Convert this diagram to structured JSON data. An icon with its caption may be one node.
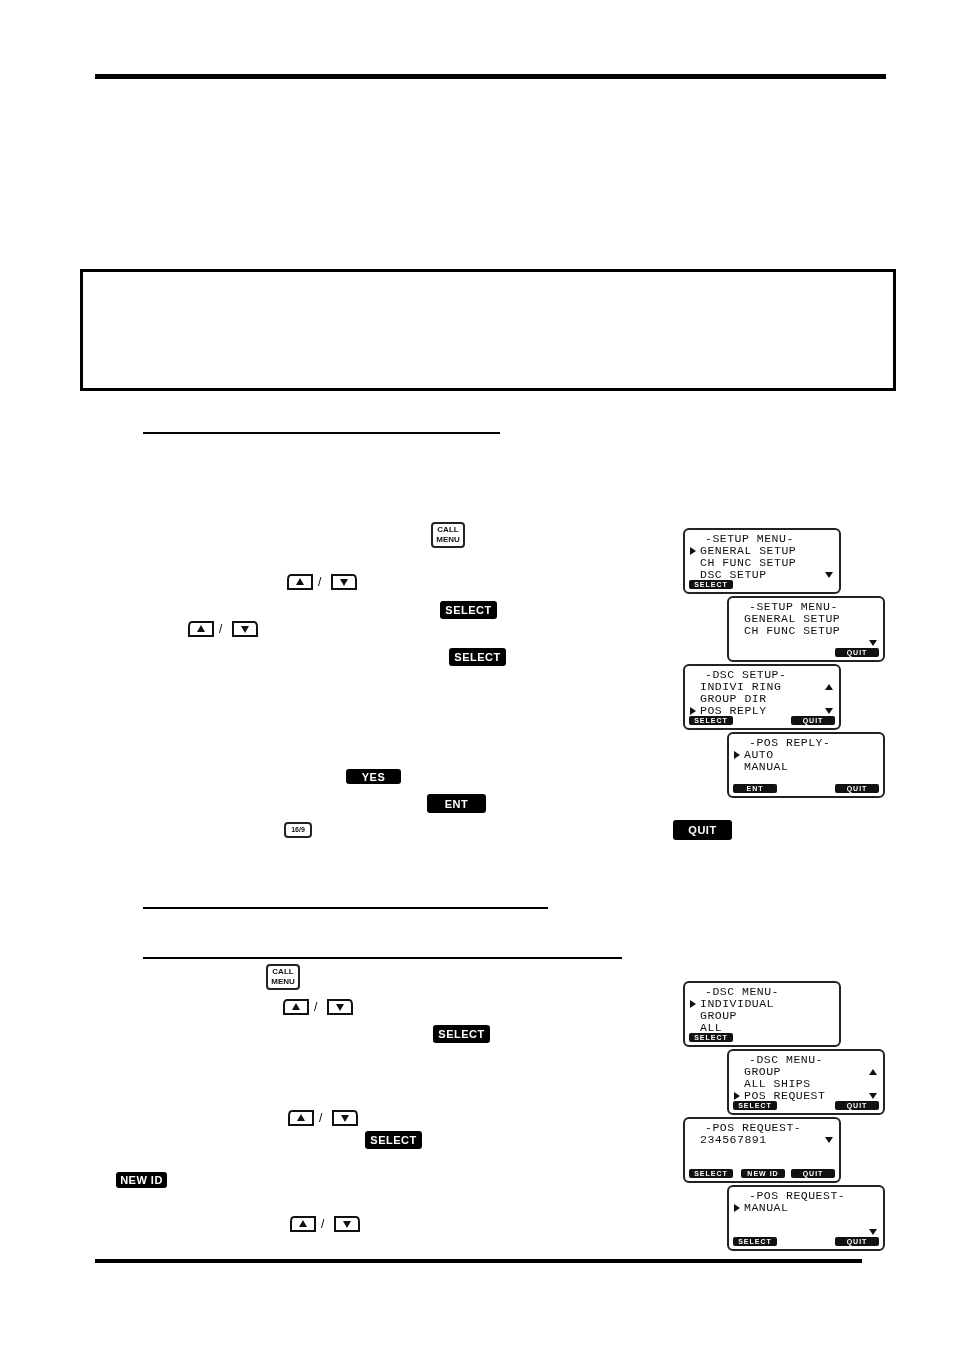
{
  "diagram": {
    "nodes": [
      {
        "text": [
          "-SETUP MENU-",
          "GENERAL SETUP",
          "CH FUNC SETUP",
          "DSC SETUP",
          "SELECT"
        ]
      },
      {
        "text": [
          "-SETUP MENU-",
          "GENERAL SETUP",
          "CH FUNC SETUP",
          "QUIT"
        ]
      },
      {
        "text": [
          "-DSC SETUP-",
          "INDIVI RING",
          "GROUP DIR",
          "POS REPLY",
          "SELECT",
          "QUIT"
        ]
      },
      {
        "text": [
          "-POS REPLY-",
          "AUTO",
          "MANUAL",
          "ENT",
          "QUIT"
        ]
      },
      {
        "text": [
          "-DSC MENU-",
          "INDIVIDUAL",
          "GROUP",
          "ALL",
          "SELECT"
        ]
      },
      {
        "text": [
          "-DSC MENU-",
          "GROUP",
          "ALL SHIPS",
          "POS REQUEST",
          "SELECT",
          "QUIT"
        ]
      },
      {
        "text": [
          "-POS REQUEST-",
          "234567891",
          "SELECT",
          "NEW ID",
          "QUIT"
        ]
      },
      {
        "text": [
          "-POS REQUEST-",
          "MANUAL",
          "SELECT",
          "QUIT"
        ]
      }
    ],
    "labels": [
      "CALL MENU",
      "/",
      "SELECT",
      "/",
      "SELECT",
      "YES",
      "ENT",
      "16/9",
      "QUIT",
      "CALL MENU",
      "/",
      "SELECT",
      "/",
      "SELECT",
      "NEW ID",
      "/"
    ]
  }
}
